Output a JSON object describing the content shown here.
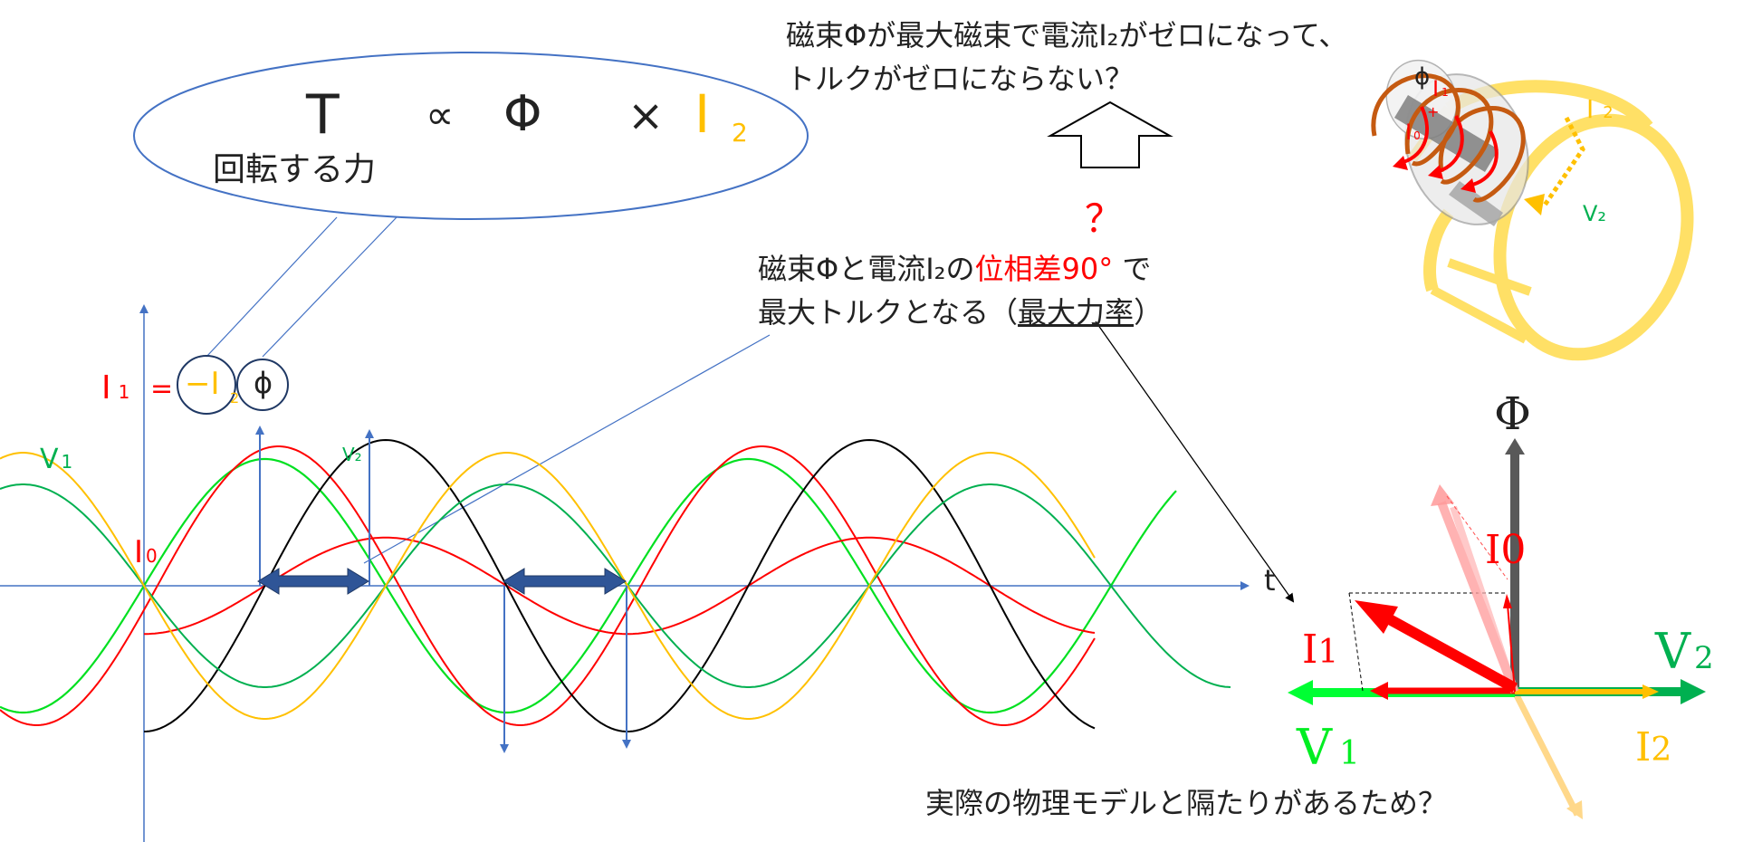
{
  "colors": {
    "red": "#ff0000",
    "black": "#000000",
    "orange": "#ffc000",
    "green": "#00b050",
    "lime": "#00e020",
    "blue": "#4472c4",
    "axis": "#4472c4",
    "gray": "#595959",
    "pink": "#ff8080",
    "peach": "#ffd88a",
    "ring": "#ffe066"
  },
  "formula": {
    "T": "T",
    "propto": "∝",
    "phi": "Φ",
    "times": "×",
    "I": "I",
    "sub2": "2",
    "caption": "回転する力"
  },
  "top_question": {
    "line1": "磁束Φが最大磁束で電流I₂がゼロになって、",
    "line2": "トルクがゼロにならない？"
  },
  "qmark": "？",
  "phase_note": {
    "line1_a": "磁束Φと電流I₂の",
    "line1_red": "位相差90°",
    "line1_b": " で",
    "line2_a": "最大トルクとなる（",
    "line2_u": "最大力率",
    "line2_b": "）"
  },
  "waveform": {
    "eq_I": "I",
    "eq_sub1": "1",
    "eq_eq": "=",
    "eq_minus": "−I",
    "eq_sub2": "2",
    "eq_phi": "ϕ",
    "V1": "V",
    "V1_sub": "1",
    "V2": "V₂",
    "I0": "I",
    "I0_sub": "0",
    "t": "t"
  },
  "phasor": {
    "Phi": "Φ",
    "I0": "I",
    "I0_sub": "0",
    "I1": "I",
    "I1_sub": "1",
    "V1": "V",
    "V1_sub": "1",
    "V2": "V",
    "V2_sub": "2",
    "I2": "I",
    "I2_sub": "2"
  },
  "coil": {
    "phi": "ϕ",
    "I1": "I",
    "I1_sub": "1",
    "I0": "I",
    "I0_sub": "0",
    "plus": "+",
    "I2": "I",
    "I2_sub": "2",
    "V2": "V₂"
  },
  "bottom_question": "実際の物理モデルと隔たりがあるため？",
  "chart_data": {
    "type": "line",
    "x_period_label": "t",
    "series": [
      {
        "name": "V₁",
        "amplitude": 1.0,
        "phase_deg": 0
      },
      {
        "name": "I₁",
        "amplitude": 1.1,
        "phase_deg": -10
      },
      {
        "name": "I₀",
        "amplitude": 0.38,
        "phase_deg": -90
      },
      {
        "name": "Φ",
        "amplitude": 1.15,
        "phase_deg": -90
      },
      {
        "name": "V₂",
        "amplitude": 0.8,
        "phase_deg": 180
      },
      {
        "name": "I₂",
        "amplitude": 1.05,
        "phase_deg": 180
      }
    ]
  }
}
